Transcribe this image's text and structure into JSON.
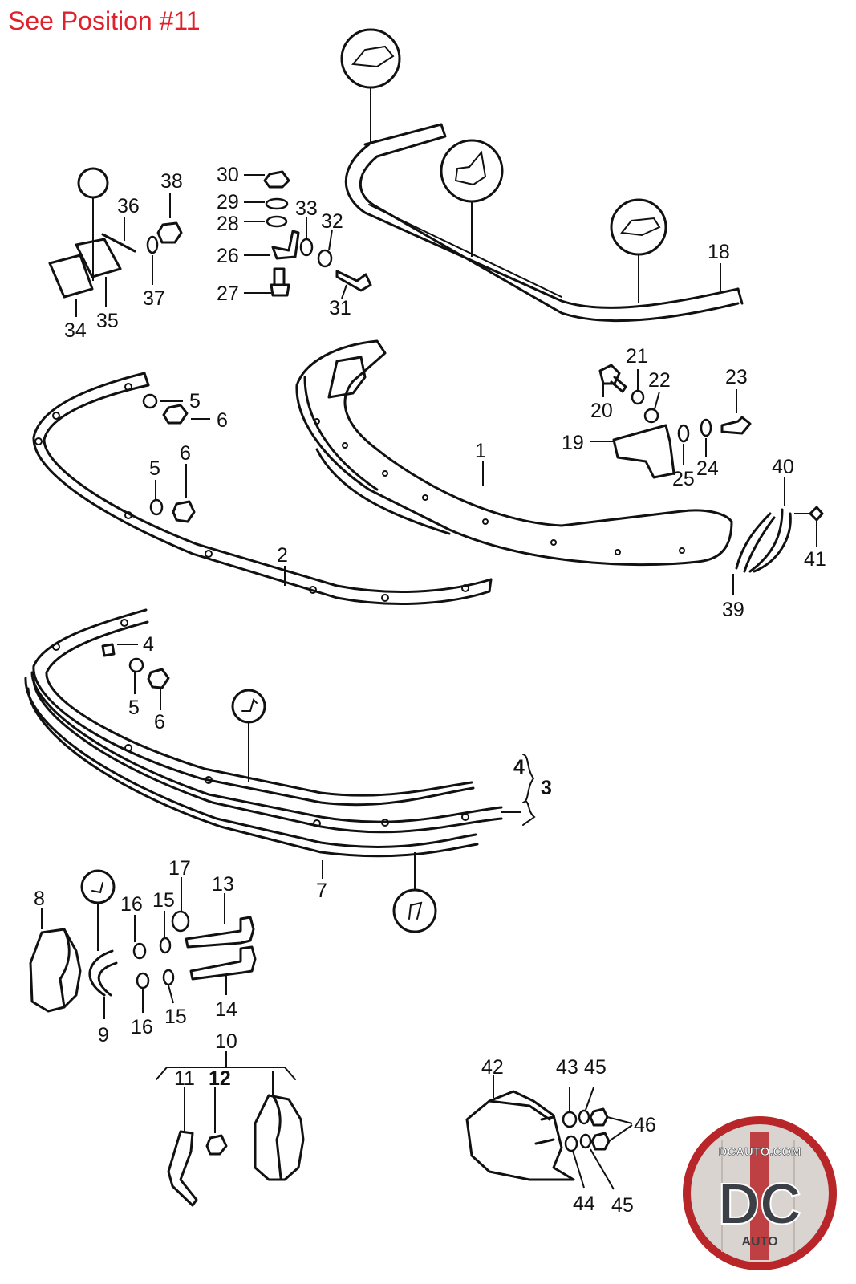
{
  "header": {
    "note": "See Position #11",
    "note_color": "#e0202a"
  },
  "callouts": {
    "c1": "1",
    "c2": "2",
    "c3": "3",
    "c4a": "4",
    "c4b": "4",
    "c5a": "5",
    "c5b": "5",
    "c5c": "5",
    "c6a": "6",
    "c6b": "6",
    "c6c": "6",
    "c7": "7",
    "c8": "8",
    "c9": "9",
    "c10": "10",
    "c11": "11",
    "c12": "12",
    "c13": "13",
    "c14": "14",
    "c15a": "15",
    "c15b": "15",
    "c16a": "16",
    "c16b": "16",
    "c17": "17",
    "c18": "18",
    "c19": "19",
    "c20": "20",
    "c21": "21",
    "c22": "22",
    "c23": "23",
    "c24": "24",
    "c25": "25",
    "c26": "26",
    "c27": "27",
    "c28": "28",
    "c29": "29",
    "c30": "30",
    "c31": "31",
    "c32": "32",
    "c33": "33",
    "c34": "34",
    "c35": "35",
    "c36": "36",
    "c37": "37",
    "c38": "38",
    "c39": "39",
    "c40": "40",
    "c41": "41",
    "c42": "42",
    "c43": "43",
    "c44": "44",
    "c45a": "45",
    "c45b": "45",
    "c46": "46"
  },
  "logo": {
    "url_text": "DCAUTO.COM",
    "letters": "DC",
    "sub": "AUTO",
    "colors": {
      "ring": "#b8262a",
      "fill": "#d9d4cf",
      "text": "#3c3f46"
    }
  }
}
